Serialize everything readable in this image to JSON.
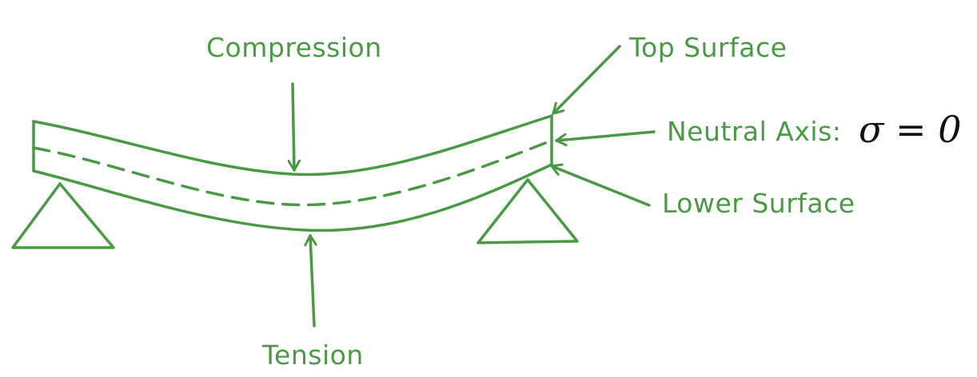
{
  "colors": {
    "stroke": "#4a9a45",
    "text": "#4a9a45",
    "math": "#111111",
    "background": "#ffffff"
  },
  "labels": {
    "compression": "Compression",
    "tension": "Tension",
    "top_surface": "Top Surface",
    "neutral_axis": "Neutral Axis:",
    "neutral_axis_equation": "σ = 0",
    "lower_surface": "Lower Surface"
  }
}
